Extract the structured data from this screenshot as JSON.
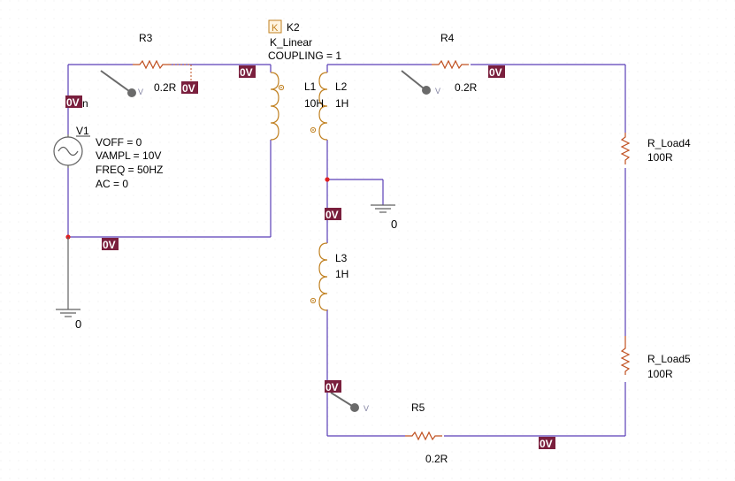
{
  "coupling": {
    "ref": "K2",
    "model": "K_Linear",
    "value": "COUPLING = 1",
    "icon_letter": "K"
  },
  "source": {
    "ref": "V1",
    "params": [
      "VOFF = 0",
      "VAMPL = 10V",
      "FREQ = 50HZ",
      "AC = 0"
    ],
    "pin_label": "n"
  },
  "resistors": {
    "r3": {
      "ref": "R3",
      "value": "0.2R"
    },
    "r4": {
      "ref": "R4",
      "value": "0.2R"
    },
    "r5": {
      "ref": "R5",
      "value": "0.2R"
    },
    "rload4": {
      "ref": "R_Load4",
      "value": "100R"
    },
    "rload5": {
      "ref": "R_Load5",
      "value": "100R"
    }
  },
  "inductors": {
    "l1": {
      "ref": "L1",
      "value": "10H"
    },
    "l2": {
      "ref": "L2",
      "value": "1H"
    },
    "l3": {
      "ref": "L3",
      "value": "1H"
    }
  },
  "grounds": {
    "left": "0",
    "right": "0"
  },
  "voltage_markers": [
    "0V",
    "0V",
    "0V",
    "0V",
    "0V",
    "0V",
    "0V",
    "0V"
  ],
  "probes": [
    "V",
    "V",
    "V"
  ],
  "colors": {
    "wire": "#5a3fb8",
    "voltage_marker": "#7a1f3d",
    "junction": "#e02020",
    "component": "#c08020",
    "resistor": "#c05020",
    "probe": "#6a6a6a"
  }
}
